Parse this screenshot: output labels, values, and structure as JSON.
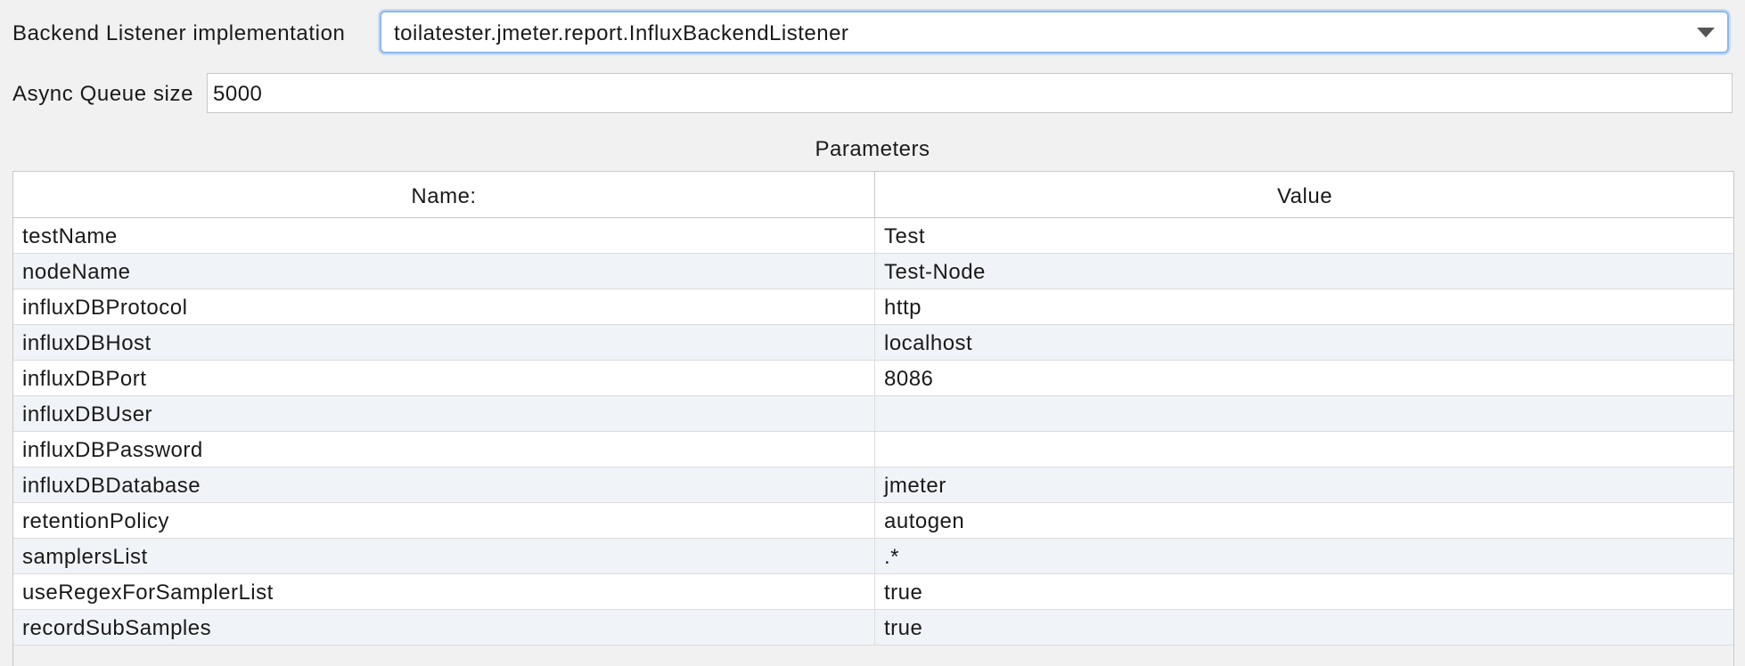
{
  "implementation": {
    "label": "Backend Listener implementation",
    "selected": "toilatester.jmeter.report.InfluxBackendListener"
  },
  "queue": {
    "label": "Async Queue size",
    "value": "5000"
  },
  "parameters": {
    "title": "Parameters",
    "headers": {
      "name": "Name:",
      "value": "Value"
    },
    "rows": [
      {
        "name": "testName",
        "value": "Test"
      },
      {
        "name": "nodeName",
        "value": "Test-Node"
      },
      {
        "name": "influxDBProtocol",
        "value": "http"
      },
      {
        "name": "influxDBHost",
        "value": "localhost"
      },
      {
        "name": "influxDBPort",
        "value": "8086"
      },
      {
        "name": "influxDBUser",
        "value": ""
      },
      {
        "name": "influxDBPassword",
        "value": ""
      },
      {
        "name": "influxDBDatabase",
        "value": "jmeter"
      },
      {
        "name": "retentionPolicy",
        "value": "autogen"
      },
      {
        "name": "samplersList",
        "value": ".*"
      },
      {
        "name": "useRegexForSamplerList",
        "value": "true"
      },
      {
        "name": "recordSubSamples",
        "value": "true"
      }
    ]
  }
}
